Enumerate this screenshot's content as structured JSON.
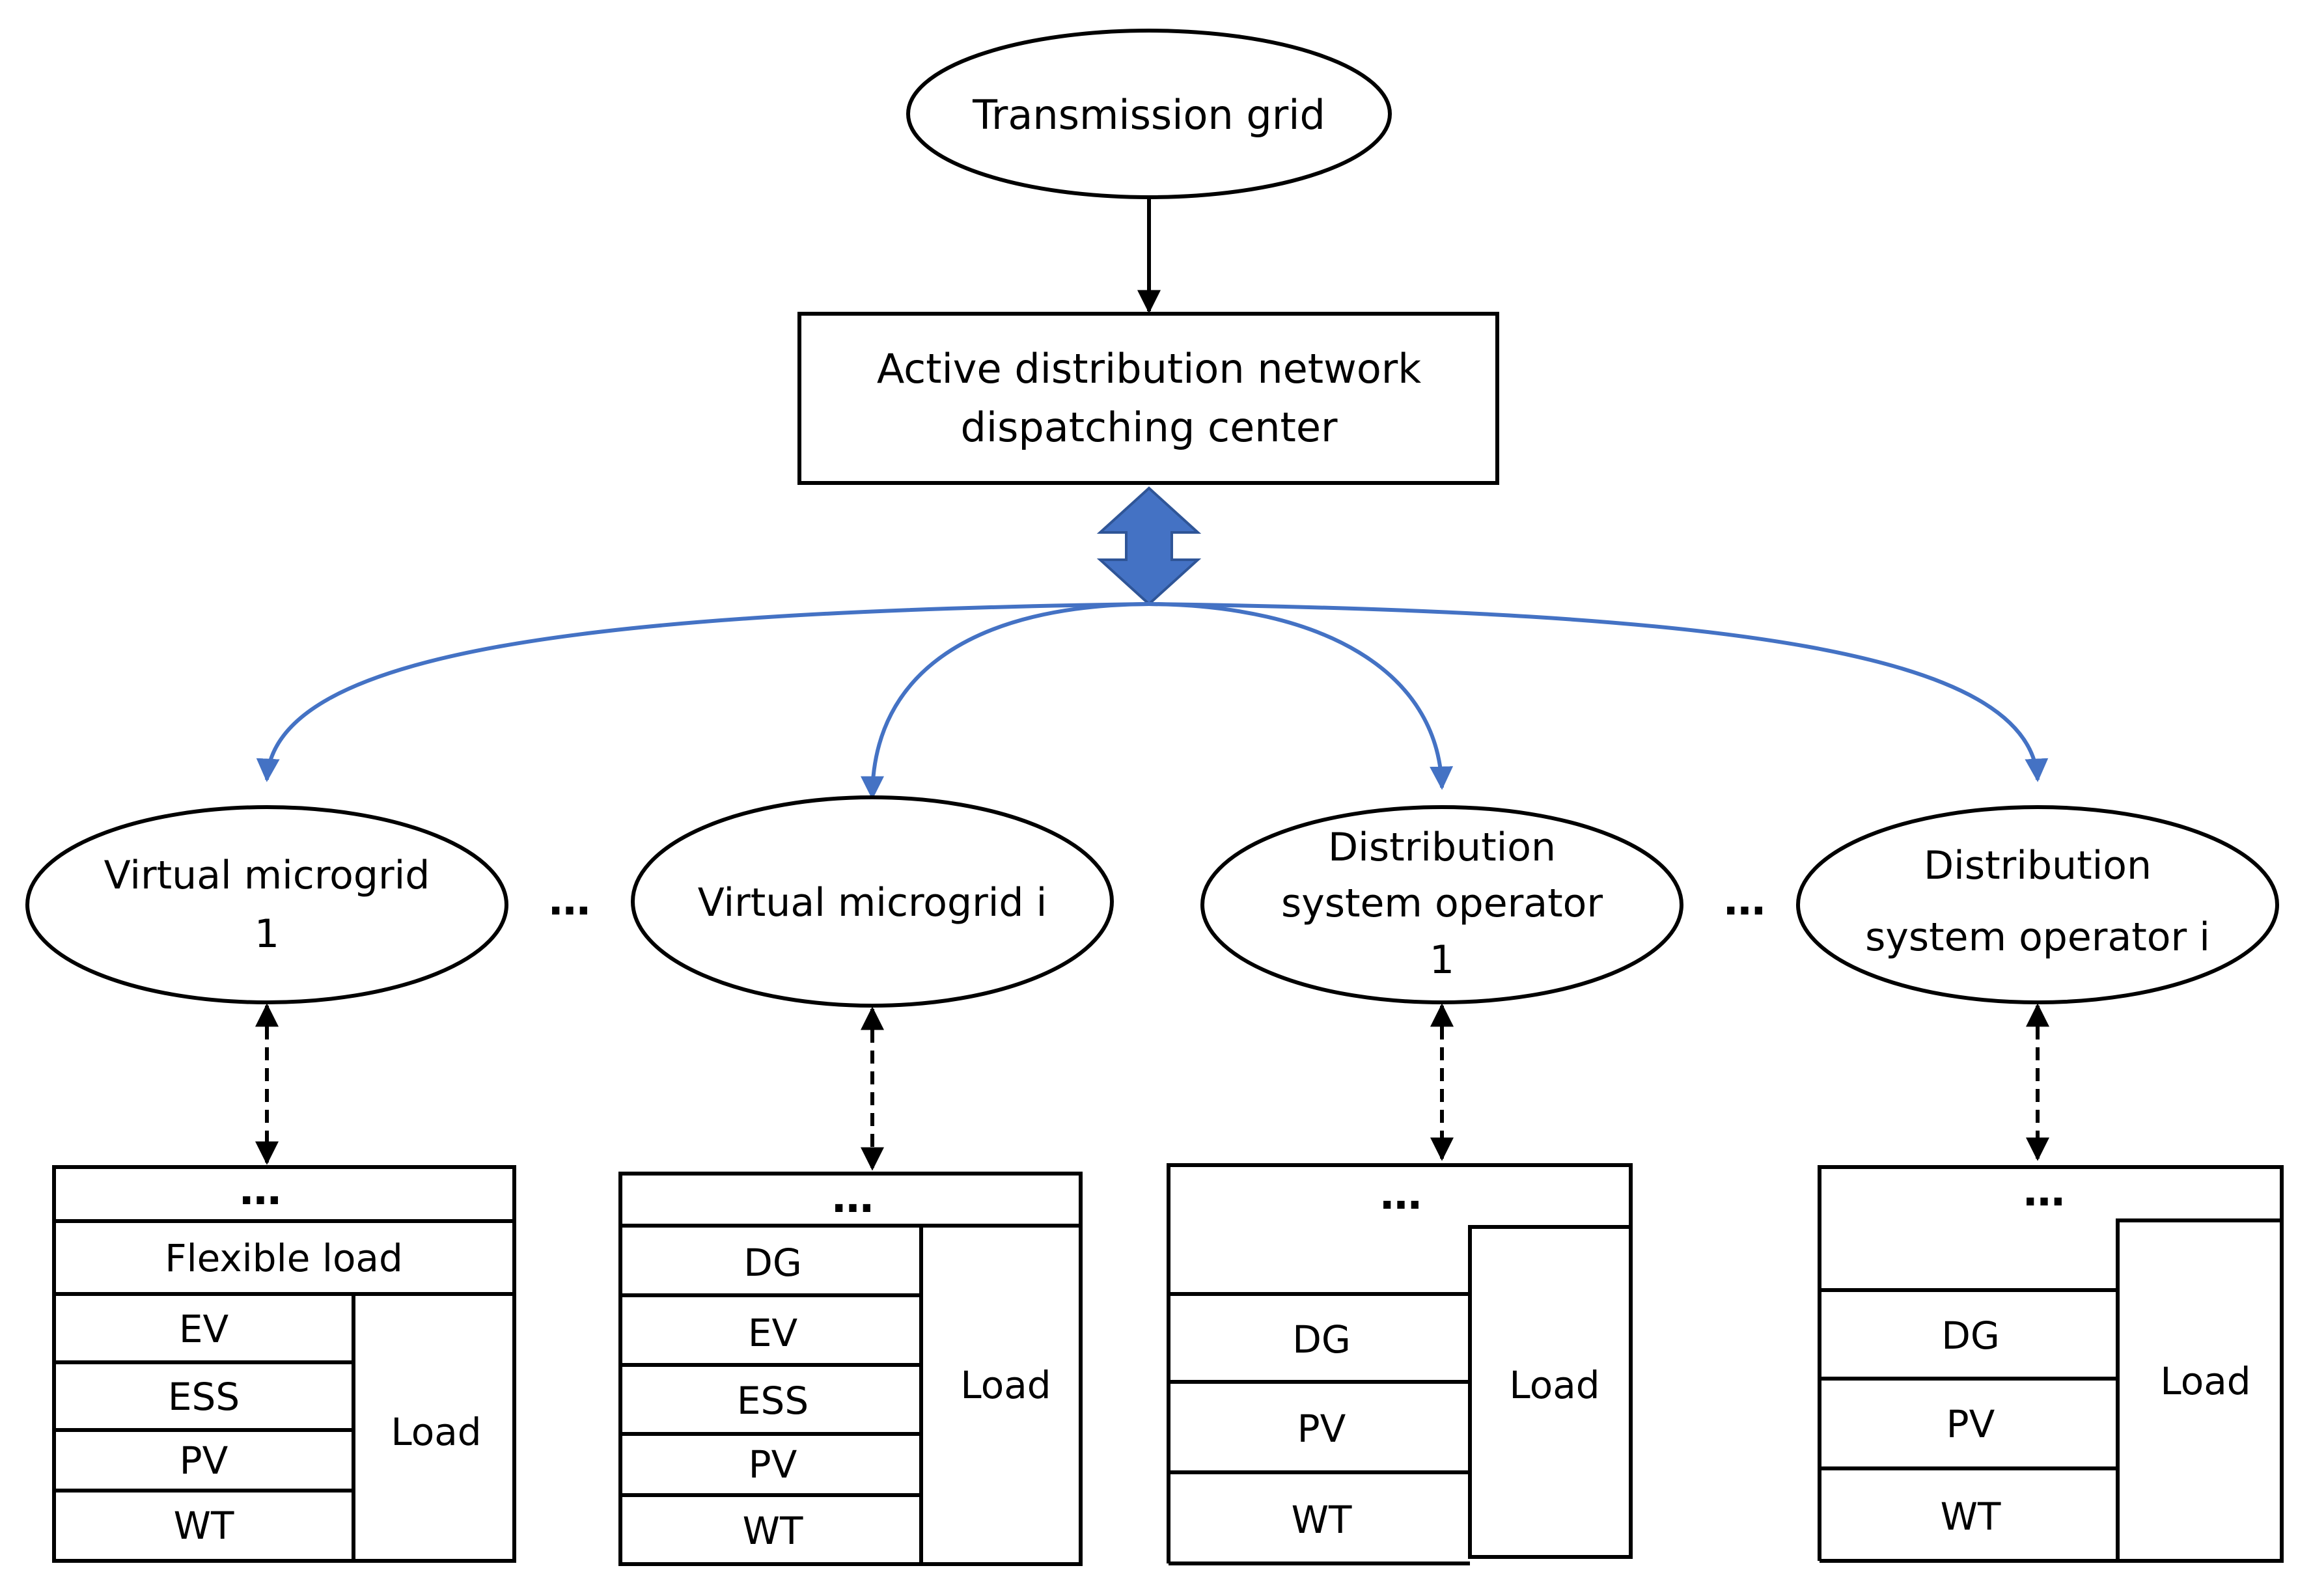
{
  "colors": {
    "arrow_blue": "#4472C4",
    "outline": "#000000",
    "background": "#FFFFFF"
  },
  "top": {
    "transmission_grid": "Transmission grid",
    "dispatch_line1": "Active distribution network",
    "dispatch_line2": "dispatching center"
  },
  "nodes": {
    "vm1": [
      "Virtual microgrid",
      "1"
    ],
    "vmi": [
      "Virtual microgrid i"
    ],
    "dso1": [
      "Distribution",
      "system operator",
      "1"
    ],
    "dsoi": [
      "Distribution",
      "system operator i"
    ],
    "between_dots": "…"
  },
  "tables": {
    "vm1": {
      "dots": "…",
      "flexible_load": "Flexible load",
      "rows": [
        "EV",
        "ESS",
        "PV",
        "WT"
      ],
      "load": "Load"
    },
    "vmi": {
      "dots": "…",
      "rows": [
        "DG",
        "EV",
        "ESS",
        "PV",
        "WT"
      ],
      "load": "Load"
    },
    "dso1": {
      "dots": "…",
      "rows": [
        "DG",
        "PV",
        "WT"
      ],
      "load": "Load"
    },
    "dsoi": {
      "dots": "…",
      "rows": [
        "DG",
        "PV",
        "WT"
      ],
      "load": "Load"
    }
  }
}
